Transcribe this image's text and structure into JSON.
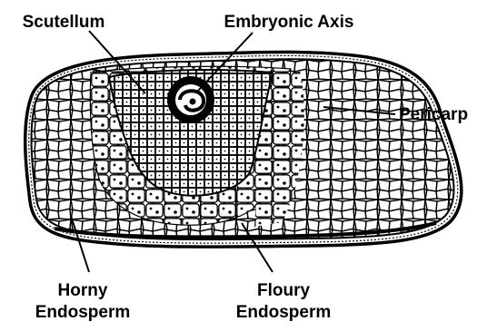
{
  "diagram": {
    "subject": "Cross-section of a cereal grain (kernel)",
    "labels": {
      "scutellum": "Scutellum",
      "embryonic_axis": "Embryonic Axis",
      "pericarp": "Pericarp",
      "horny_endosperm_line1": "Horny",
      "horny_endosperm_line2": "Endosperm",
      "floury_endosperm_line1": "Floury",
      "floury_endosperm_line2": "Endosperm"
    },
    "colors": {
      "ink": "#000000",
      "paper": "#ffffff",
      "stipple": "#9a9a9a"
    }
  }
}
